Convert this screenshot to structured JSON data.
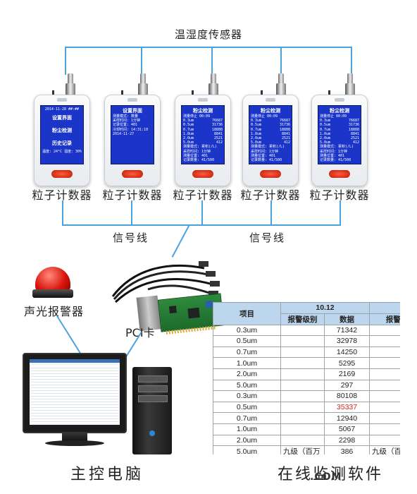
{
  "top_label": "温湿度传感器",
  "devices": [
    {
      "label": "粒子计数器",
      "screen": "menu",
      "menu_header": "2014-11-28 ##:##",
      "menu": [
        "设置界面",
        "粉尘检测",
        "历史记录"
      ],
      "menu_footer": [
        "温度: 24°C",
        "湿度: 30%"
      ]
    },
    {
      "label": "粒子计数器",
      "screen": "settings",
      "title": "设置界面",
      "rows": [
        "测量模式: 数量",
        "采样时间: 1分钟",
        "记录位置: 401",
        "冷却时间: 14:31:10",
        "2014-11-27"
      ]
    },
    {
      "label": "粒子计数器",
      "screen": "data"
    },
    {
      "label": "粒子计数器",
      "screen": "data"
    },
    {
      "label": "粒子计数器",
      "screen": "data"
    }
  ],
  "data_screen": {
    "title": "粉尘检测",
    "subtitle": "测量停止 00:09",
    "rows": [
      [
        "0.3um",
        "76687"
      ],
      [
        "0.5um",
        "31736"
      ],
      [
        "0.7um",
        "18888"
      ],
      [
        "1.0um",
        "8841"
      ],
      [
        "2.0um",
        "2521"
      ],
      [
        "5.0um",
        "412"
      ]
    ],
    "footer": [
      "测量模式: 累积(/L)",
      "采样时间: 1分钟",
      "测量位置: 401",
      "记录数量: 41/500"
    ]
  },
  "signal_labels": [
    "信号线",
    "信号线"
  ],
  "alarm_label": "声光报警器",
  "pci_label": "PCI卡",
  "pc_label": "主控电脑",
  "software_label": "在线监测软件",
  "table": {
    "header_item": "项目",
    "date": "10.12",
    "col_level": "报警级别",
    "col_data": "数据",
    "col_level_partial": "报警级",
    "rows": [
      {
        "item": "0.3um",
        "level": "",
        "value": "71342",
        "alert": false
      },
      {
        "item": "0.5um",
        "level": "",
        "value": "32978",
        "alert": false
      },
      {
        "item": "0.7um",
        "level": "",
        "value": "14250",
        "alert": false
      },
      {
        "item": "1.0um",
        "level": "",
        "value": "5295",
        "alert": false
      },
      {
        "item": "2.0um",
        "level": "",
        "value": "2169",
        "alert": false
      },
      {
        "item": "5.0um",
        "level": "",
        "value": "297",
        "alert": false
      },
      {
        "item": "0.3um",
        "level": "",
        "value": "80108",
        "alert": false
      },
      {
        "item": "0.5um",
        "level": "",
        "value": "35337",
        "alert": true
      },
      {
        "item": "0.7um",
        "level": "",
        "value": "12940",
        "alert": false
      },
      {
        "item": "1.0um",
        "level": "",
        "value": "5067",
        "alert": false
      },
      {
        "item": "2.0um",
        "level": "",
        "value": "2298",
        "alert": false
      },
      {
        "item": "5.0um",
        "level": "九级（百万",
        "value": "386",
        "alert": false,
        "level_right": "九级（百"
      }
    ]
  },
  "watermark": ".COM",
  "colors": {
    "wire": "#4aa3df",
    "screen": "#1a35c8",
    "table_header": "#bcd6ee",
    "alert_value": "#d6261a"
  }
}
